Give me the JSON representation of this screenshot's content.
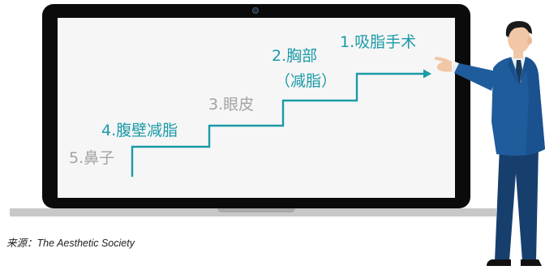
{
  "steps": [
    {
      "label": "1.吸脂手术",
      "tone": "teal"
    },
    {
      "label": "2.胸部",
      "label_line2": "（减脂）",
      "tone": "teal"
    },
    {
      "label": "3.眼皮",
      "tone": "gray"
    },
    {
      "label": "4.腹壁减脂",
      "tone": "teal"
    },
    {
      "label": "5.鼻子",
      "tone": "gray"
    }
  ],
  "colors": {
    "teal": "#1b9aa8",
    "gray": "#a3a3a3",
    "suit": "#1f5c9c",
    "suit_dark": "#163f6e",
    "hair": "#1a1a1a",
    "skin": "#f2c7a6"
  },
  "icons": [
    "arrow-right-icon",
    "presenter-figure",
    "webcam-dot"
  ],
  "source": {
    "label": "来源：",
    "text": "The Aesthetic Society"
  }
}
